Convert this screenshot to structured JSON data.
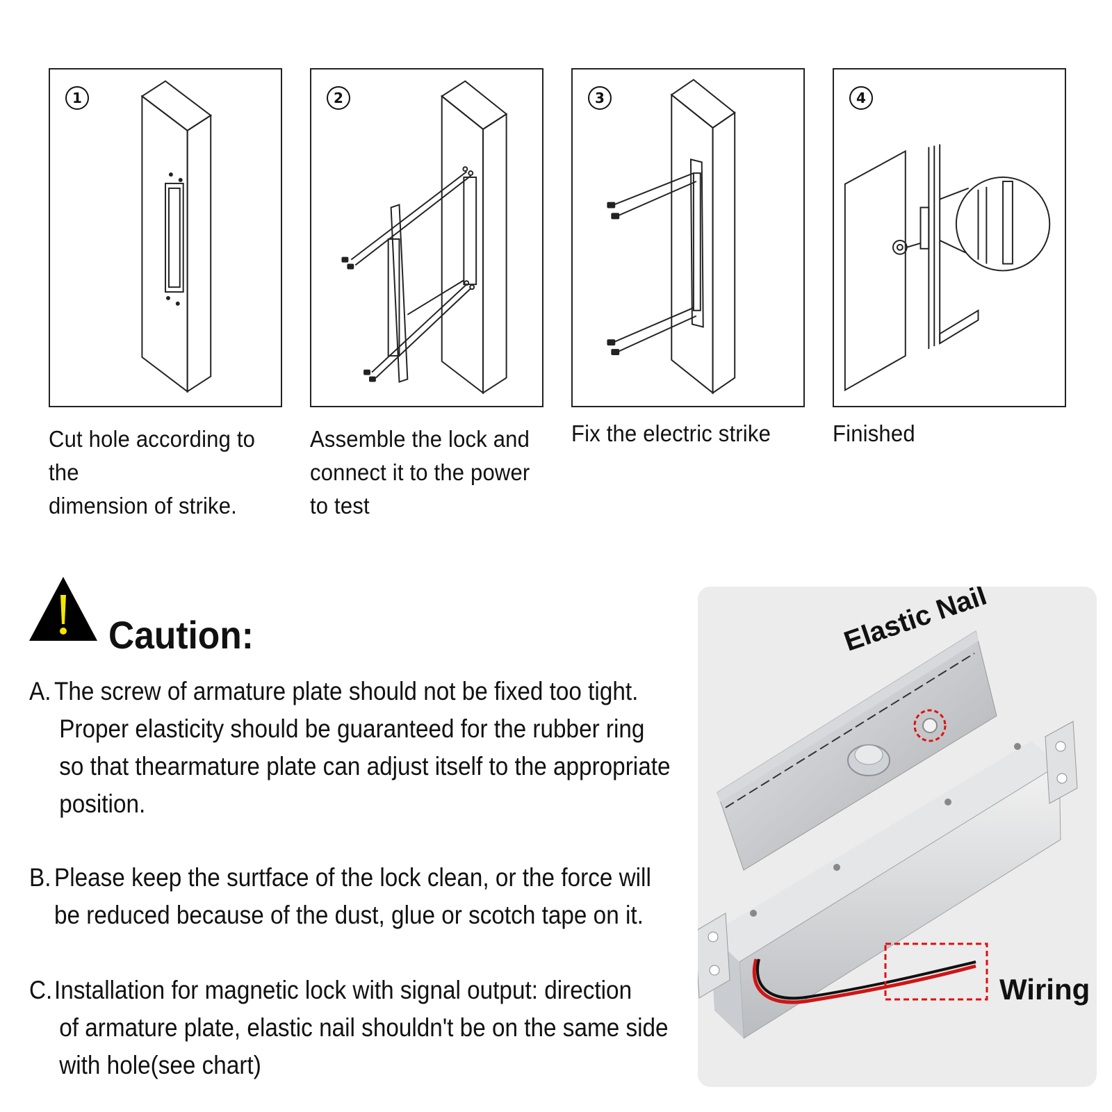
{
  "steps": [
    {
      "num": "1",
      "caption": [
        "Cut hole according to the",
        "dimension of  strike."
      ]
    },
    {
      "num": "2",
      "caption": [
        "Assemble the lock and",
        "connect it to the power",
        "to test"
      ]
    },
    {
      "num": "3",
      "caption": [
        "Fix the electric strike"
      ]
    },
    {
      "num": "4",
      "caption": [
        "Finished"
      ]
    }
  ],
  "caution": {
    "title": "Caution:",
    "icon": "warning-triangle-icon",
    "colors": {
      "triangle": "#000000",
      "mark": "#f5e600"
    },
    "notes": [
      {
        "letter": "A.",
        "lines": [
          "The screw of armature plate should not be fixed too tight.",
          "Proper elasticity should be guaranteed for the rubber ring",
          "so that thearmature plate can adjust itself to the appropriate",
          "position."
        ]
      },
      {
        "letter": "B.",
        "lines": [
          "Please keep the surtface of the lock clean, or the force will",
          "be reduced because of the dust, glue or scotch tape on it."
        ]
      },
      {
        "letter": "C.",
        "lines": [
          "Installation for magnetic lock with signal output: direction",
          "of armature plate, elastic nail shouldn't be on the same side",
          "with hole(see chart)"
        ]
      }
    ]
  },
  "photo": {
    "label_nail": "Elastic Nail",
    "label_wiring": "Wiring",
    "highlight_color": "#e01010"
  }
}
